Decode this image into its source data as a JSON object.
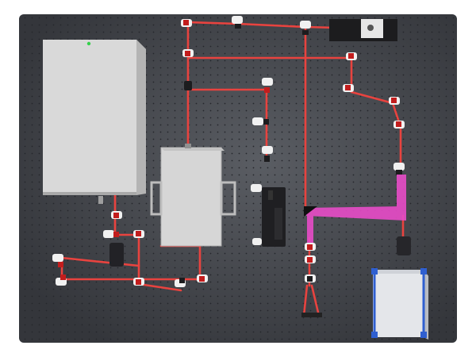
{
  "scene": {
    "description_free": true,
    "colors": {
      "background": "#ffffff",
      "table": "#3b3d42",
      "table_holes": "#23252a",
      "beam_red": "#e8433f",
      "beam_pink": "#e84cc8",
      "housing_light": "#d8d8d8",
      "housing_shade": "#b9b9b9",
      "mount_white": "#f1f1f1",
      "mount_red": "#c21d1d",
      "black_part": "#1c1c1e",
      "blue_frame": "#2f5fd0",
      "led_green": "#34d04a"
    },
    "icons": [
      "optical-table",
      "laser-head",
      "beam-path",
      "mirror-mount",
      "detector-box",
      "camera"
    ]
  }
}
